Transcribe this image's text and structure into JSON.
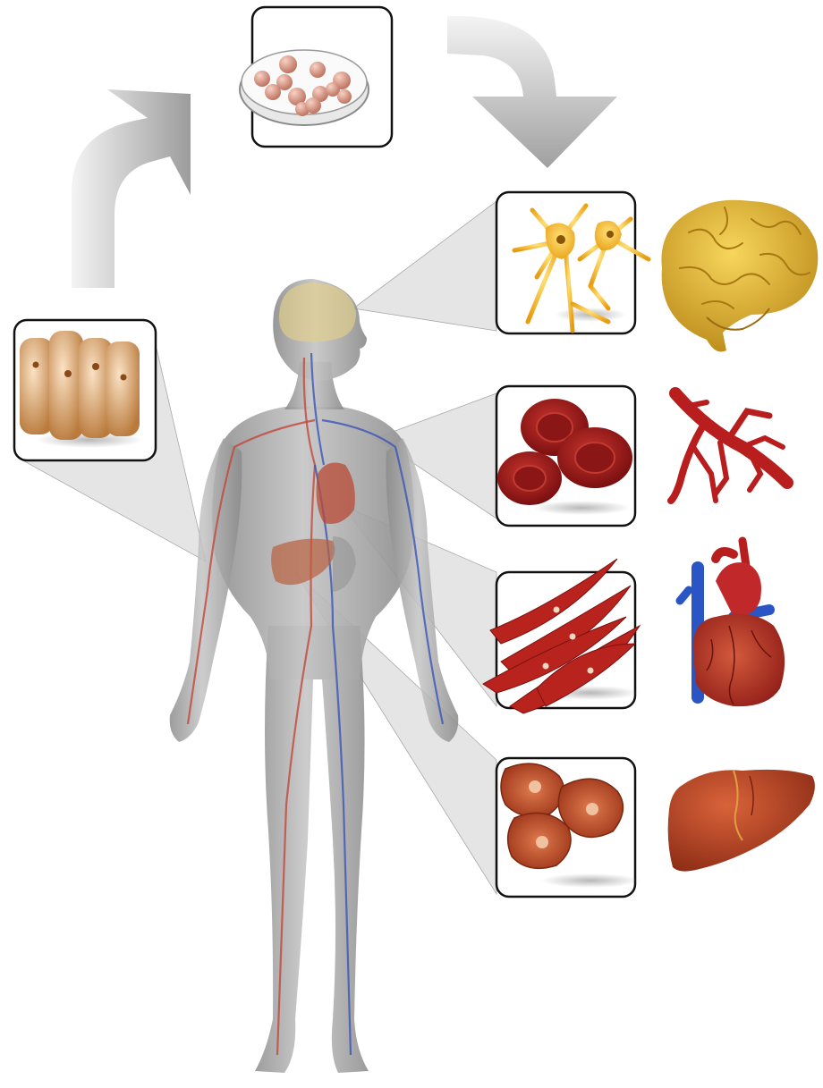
{
  "diagram": {
    "colors": {
      "background": "#ffffff",
      "frame_stroke": "#111111",
      "arrow_light": "#f2f2f2",
      "arrow_dark": "#9c9c9c",
      "body_fill": "#9a9a9a",
      "connector_fill": "#cfcfcf",
      "artery": "#c2473a",
      "vein": "#3a55b8",
      "skin_cell": "#c98a4c",
      "culture_cell": "#d48a78",
      "neuron": "#f2b21f",
      "brain": "#dca624",
      "blood_cell": "#a81e1e",
      "vessel": "#b81e1e",
      "muscle": "#b8231e",
      "heart": "#a8231f",
      "heart_vein": "#2a55c4",
      "liver_cell": "#b84a26",
      "liver": "#a8361c"
    },
    "panels": [
      {
        "name": "skin-cells-panel",
        "icon": "skin-cells-icon"
      },
      {
        "name": "cell-culture-panel",
        "icon": "petri-dish-icon"
      },
      {
        "name": "neurons-panel",
        "icon": "neuron-cells-icon",
        "organ": "brain-icon"
      },
      {
        "name": "blood-cells-panel",
        "icon": "red-blood-cells-icon",
        "organ": "blood-vessel-icon"
      },
      {
        "name": "muscle-cells-panel",
        "icon": "muscle-cells-icon",
        "organ": "heart-icon"
      },
      {
        "name": "liver-cells-panel",
        "icon": "liver-cells-icon",
        "organ": "liver-icon"
      }
    ],
    "arrows": [
      "reprogramming-arrow-icon",
      "differentiation-arrow-icon"
    ]
  }
}
